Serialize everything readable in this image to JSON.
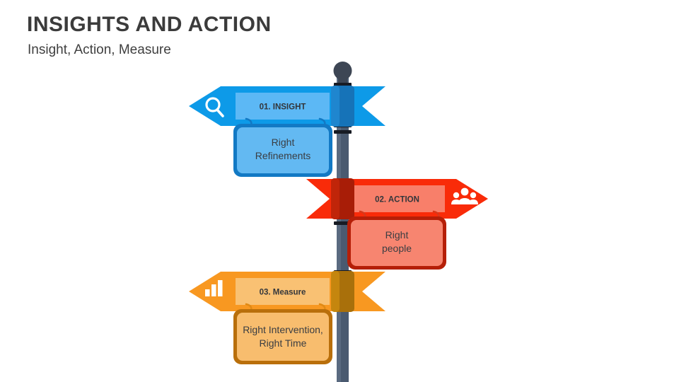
{
  "header": {
    "title": "INSIGHTS AND ACTION",
    "subtitle": "Insight, Action, Measure"
  },
  "colors": {
    "title_text": "#3b3b3b",
    "pole": "#4a5a70",
    "pole_dark": "#2b3340",
    "blue_arrow": "#0d9ae8",
    "blue_panel": "#5cb8f5",
    "blue_border": "#1279c4",
    "blue_card": "#63b9f2",
    "red_arrow": "#f92b09",
    "red_panel": "#f87f6a",
    "red_border": "#b51f08",
    "red_card": "#f78570",
    "orange_arrow": "#f89821",
    "orange_panel": "#f9c173",
    "orange_border": "#b96f0b",
    "orange_card": "#f8bd6e"
  },
  "signposts": [
    {
      "id": "insight",
      "direction": "left",
      "sign_label": "01. INSIGHT",
      "icon": "search-icon",
      "card_lines": [
        "Right",
        "Refinements"
      ]
    },
    {
      "id": "action",
      "direction": "right",
      "sign_label": "02. ACTION",
      "icon": "people-group-icon",
      "card_lines": [
        "Right",
        "people"
      ]
    },
    {
      "id": "measure",
      "direction": "left",
      "sign_label": "03. Measure",
      "icon": "bar-chart-icon",
      "card_lines": [
        "Right Intervention,",
        "Right Time"
      ]
    }
  ]
}
